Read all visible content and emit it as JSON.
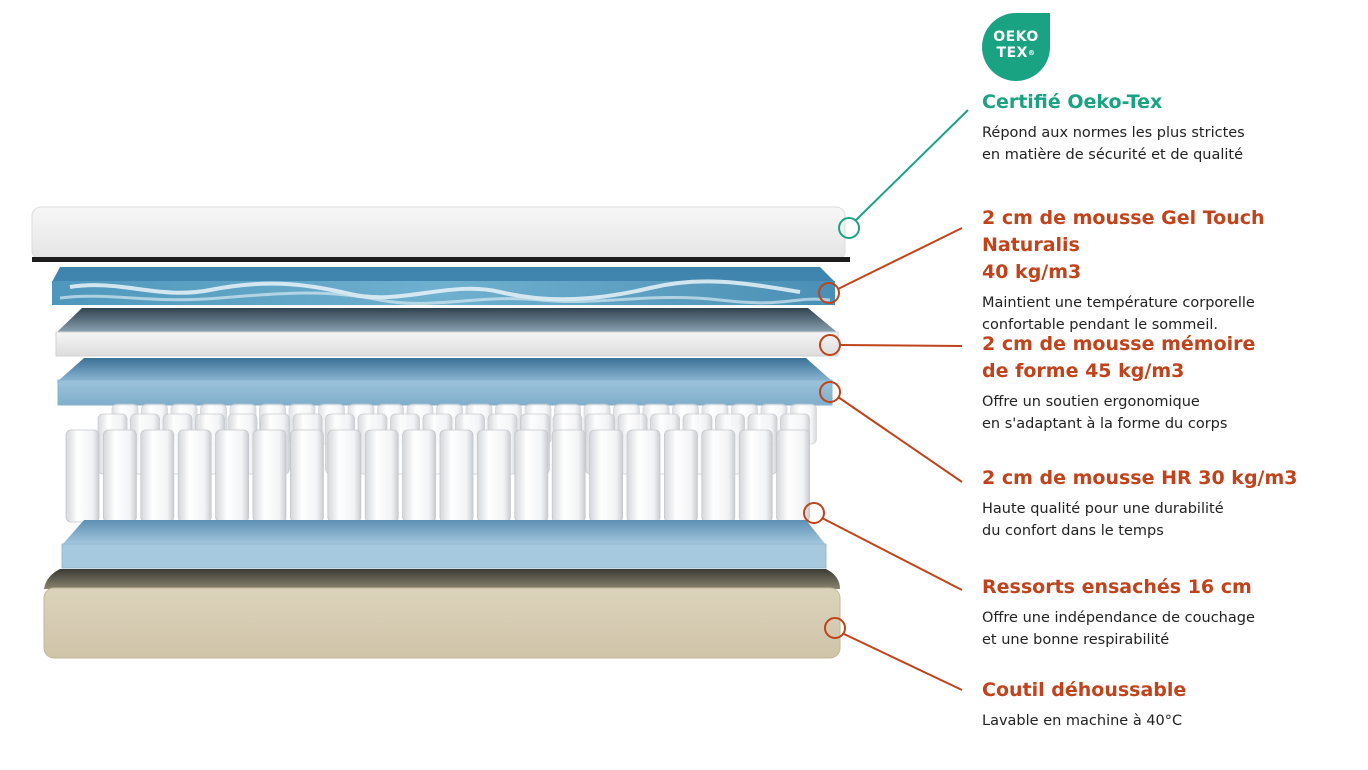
{
  "badge": {
    "line1": "OEKO",
    "line2": "TEX",
    "registered": "®",
    "color": "#1aa383"
  },
  "accent_color": "#c0431c",
  "callouts": [
    {
      "title": "Certifié Oeko-Tex",
      "description": "Répond aux normes les plus strictes\nen matière de sécurité et de qualité"
    },
    {
      "title": "2 cm de mousse Gel Touch Naturalis\n40 kg/m3",
      "description": "Maintient une température corporelle\nconfortable pendant le sommeil."
    },
    {
      "title": "2 cm de mousse mémoire\nde forme 45 kg/m3",
      "description": "Offre un soutien ergonomique\nen s'adaptant à la forme du corps"
    },
    {
      "title": "2 cm de mousse HR 30 kg/m3",
      "description": "Haute qualité pour une durabilité\ndu confort dans le temps"
    },
    {
      "title": "Ressorts ensachés 16 cm",
      "description": "Offre une indépendance de couchage\net une bonne respirabilité"
    },
    {
      "title": "Coutil déhoussable",
      "description": "Lavable en machine à 40°C"
    }
  ]
}
